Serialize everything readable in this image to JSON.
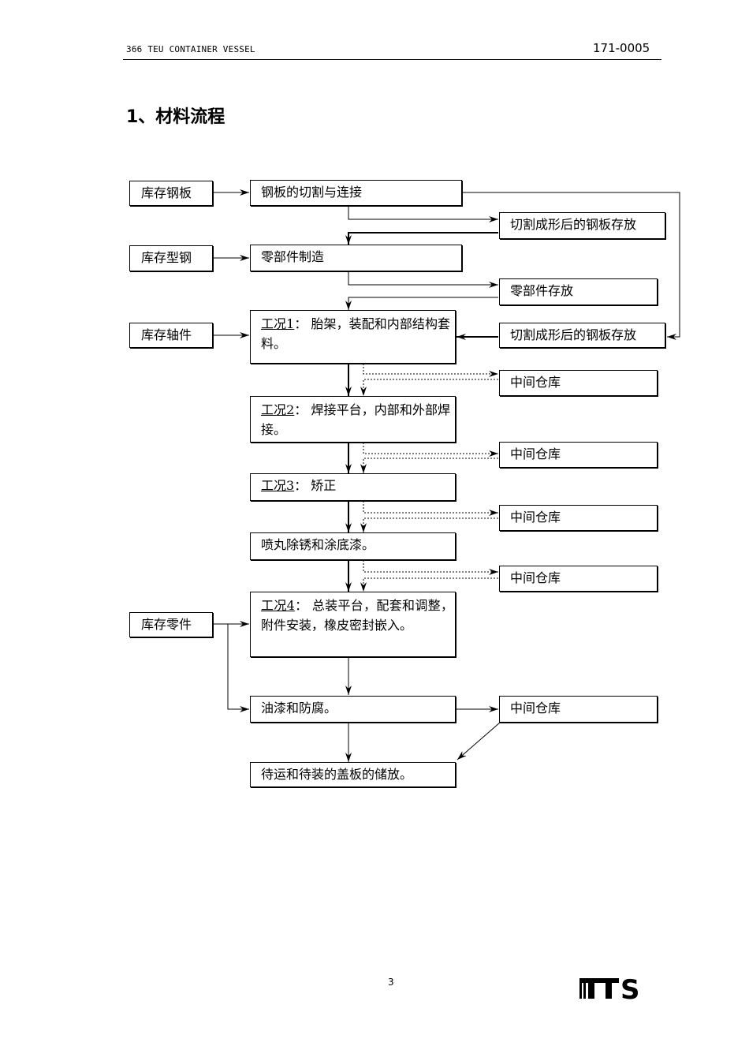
{
  "header": {
    "doc_name": "366 TEU CONTAINER VESSEL",
    "doc_number": "171-0005"
  },
  "title": "1、材料流程",
  "boxes": {
    "stock_plate": "库存钢板",
    "stock_section": "库存型钢",
    "stock_shaft": "库存轴件",
    "stock_parts": "库存零件",
    "plate_cut_join": "钢板的切割与连接",
    "cut_plate_store_1": "切割成形后的钢板存放",
    "parts_fabrication": "零部件制造",
    "parts_store": "零部件存放",
    "cut_plate_store_2": "切割成形后的钢板存放",
    "stage1_label": "工况1",
    "stage1_text": "：  胎架，装配和内部结构套料。",
    "stage2_label": "工况2",
    "stage2_text": "：  焊接平台，内部和外部焊接。",
    "stage3_label": "工况3",
    "stage3_text": "： 矫正",
    "blasting_priming": "喷丸除锈和涂底漆。",
    "stage4_label": "工况4",
    "stage4_text": "： 总装平台，配套和调整，附件安装，橡皮密封嵌入。",
    "painting_anticorrosion": "油漆和防腐。",
    "storage_for_shipment": "待运和待装的盖板的储放。",
    "intermediate_store": "中间仓库"
  },
  "footer": {
    "page_number": "3",
    "logo_text": "TTS"
  }
}
